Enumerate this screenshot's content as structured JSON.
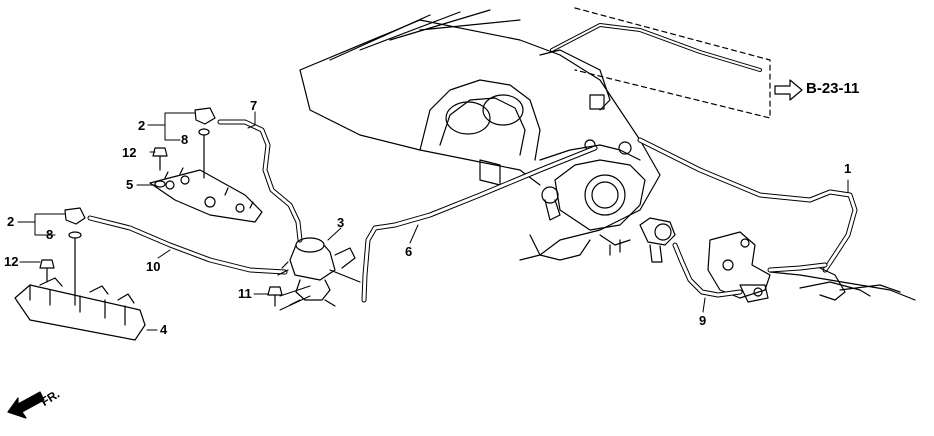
{
  "callouts": {
    "c1": "1",
    "c2a": "2",
    "c2b": "2",
    "c3": "3",
    "c4": "4",
    "c5": "5",
    "c6": "6",
    "c7": "7",
    "c8a": "8",
    "c8b": "8",
    "c9": "9",
    "c10": "10",
    "c11": "11",
    "c12a": "12",
    "c12b": "12"
  },
  "reference": "B-23-11",
  "direction": "FR.",
  "colors": {
    "line": "#000000",
    "background": "#ffffff"
  }
}
